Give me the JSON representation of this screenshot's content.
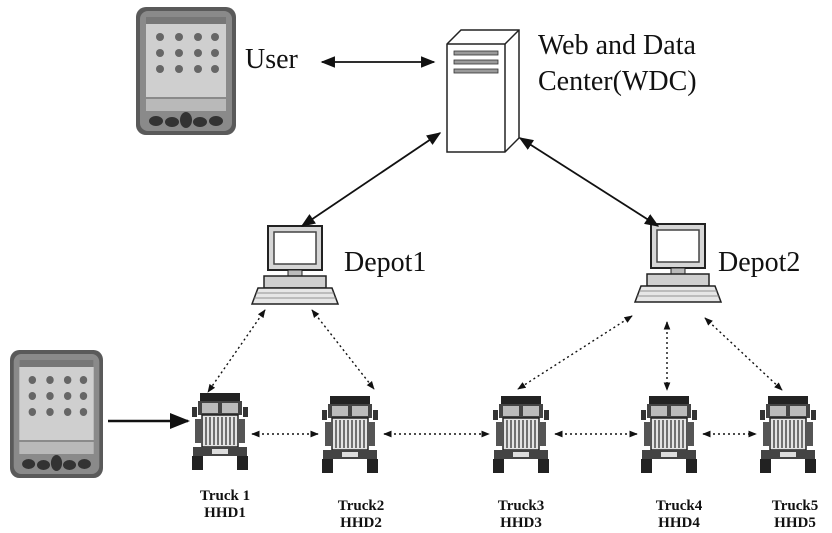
{
  "nodes": {
    "user": {
      "label": "User"
    },
    "wdc": {
      "line1": "Web and Data",
      "line2": "Center(WDC)"
    },
    "depot1": {
      "label": "Depot1"
    },
    "depot2": {
      "label": "Depot2"
    },
    "trucks": [
      {
        "name": "Truck 1",
        "hhd": "HHD1"
      },
      {
        "name": "Truck2",
        "hhd": "HHD2"
      },
      {
        "name": "Truck3",
        "hhd": "HHD3"
      },
      {
        "name": "Truck4",
        "hhd": "HHD4"
      },
      {
        "name": "Truck5",
        "hhd": "HHD5"
      }
    ]
  },
  "icons": {
    "pda": "pda-icon",
    "server": "server-icon",
    "computer": "desktop-computer-icon",
    "truck": "truck-icon"
  },
  "colors": {
    "line": "#111111",
    "device": "#4a4a4a",
    "background": "#ffffff"
  }
}
